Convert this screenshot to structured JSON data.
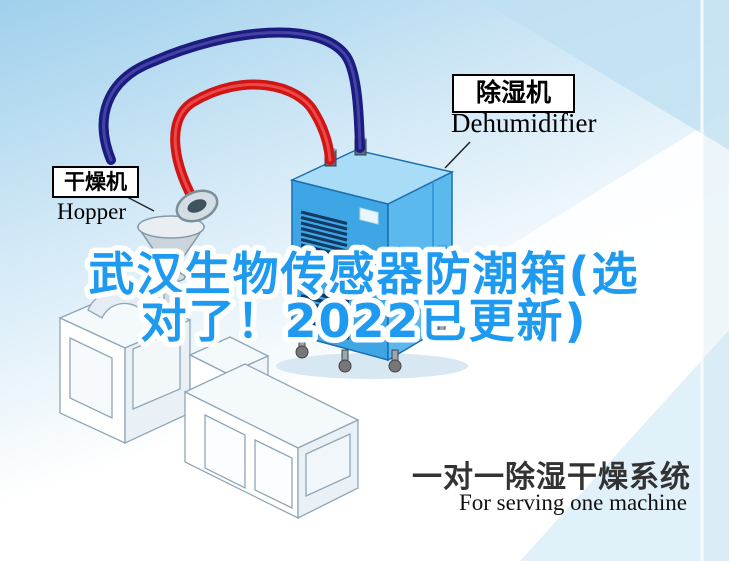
{
  "labels": {
    "dryer": {
      "cn": "干燥机",
      "en": "Hopper"
    },
    "dehumidifier": {
      "cn": "除湿机",
      "en": "Dehumidifier"
    }
  },
  "title": {
    "line1": "武汉生物传感器防潮箱(选",
    "line2": "对了！2022已更新)",
    "color": "#1e9af0",
    "outline_color": "#ffffff"
  },
  "caption": {
    "cn": "一对一除湿干燥系统",
    "en": "For serving one machine"
  },
  "colors": {
    "hose_red": "#cf1515",
    "hose_navy": "#1c1c80",
    "cabinet_front": "#3fa6e6",
    "cabinet_side": "#5cb9ee",
    "cabinet_top": "#a9dcf7",
    "vent_slot": "#123a63",
    "background_blue": "#a9d6ef"
  }
}
